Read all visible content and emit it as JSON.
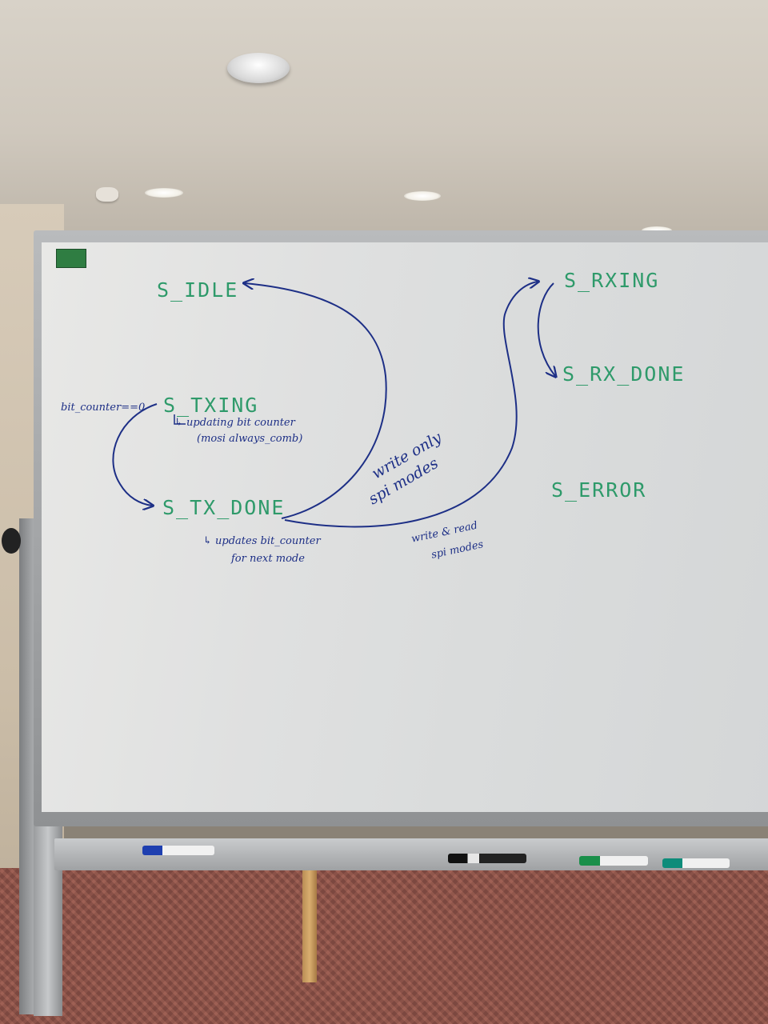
{
  "states": {
    "idle": "S_IDLE",
    "txing": "S_TXING",
    "tx_done": "S_TX_DONE",
    "rxing": "S_RXING",
    "rx_done": "S_RX_DONE",
    "error": "S_ERROR"
  },
  "notes": {
    "bit_counter_check": "bit_counter==0",
    "txing_note_1": "↳ updating bit counter",
    "txing_note_2": "(mosi always_comb)",
    "txdone_note_1": "↳ updates bit_counter",
    "txdone_note_2": "for next mode",
    "write_only_1": "write only",
    "write_only_2": "spi modes",
    "write_read_1": "write & read",
    "write_read_2": "spi modes"
  },
  "colors": {
    "state_ink": "#2e9a6a",
    "arrow_ink": "#1d2f86"
  }
}
